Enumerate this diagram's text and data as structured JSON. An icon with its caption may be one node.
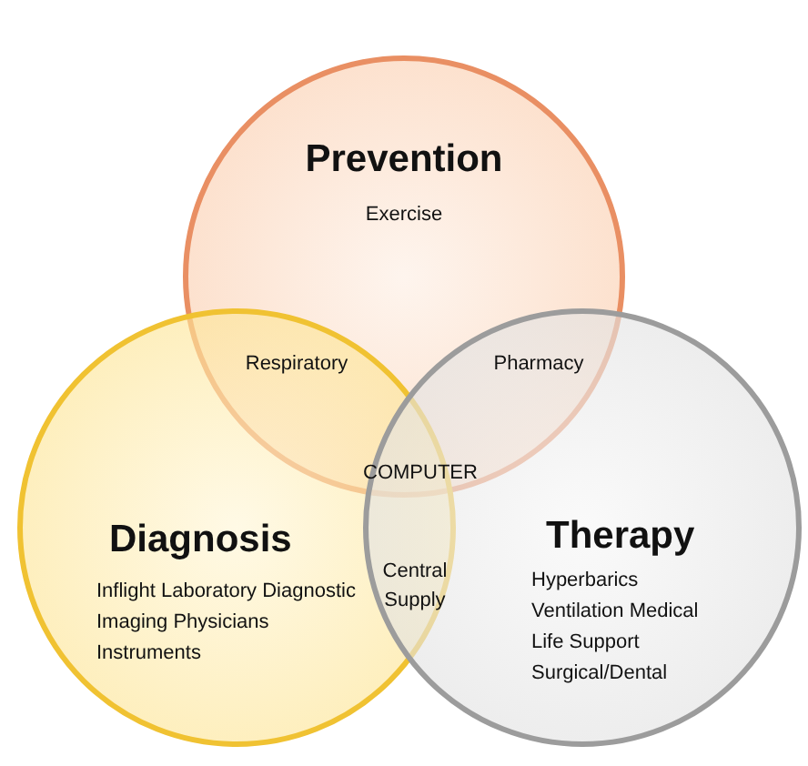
{
  "diagram": {
    "nodes": [
      {
        "text": [
          "Prevention",
          "Exercise"
        ]
      },
      {
        "text": [
          "Diagnosis",
          "Inflight Laboratory Diagnostic Imaging Physicians Instruments"
        ]
      },
      {
        "text": [
          "Therapy",
          "Hyperbarics Ventilation Medical Life Support Surgical/Dental"
        ]
      }
    ],
    "edges": [],
    "labels": [
      "Respiratory",
      "Pharmacy",
      "COMPUTER",
      "Central Supply"
    ]
  }
}
